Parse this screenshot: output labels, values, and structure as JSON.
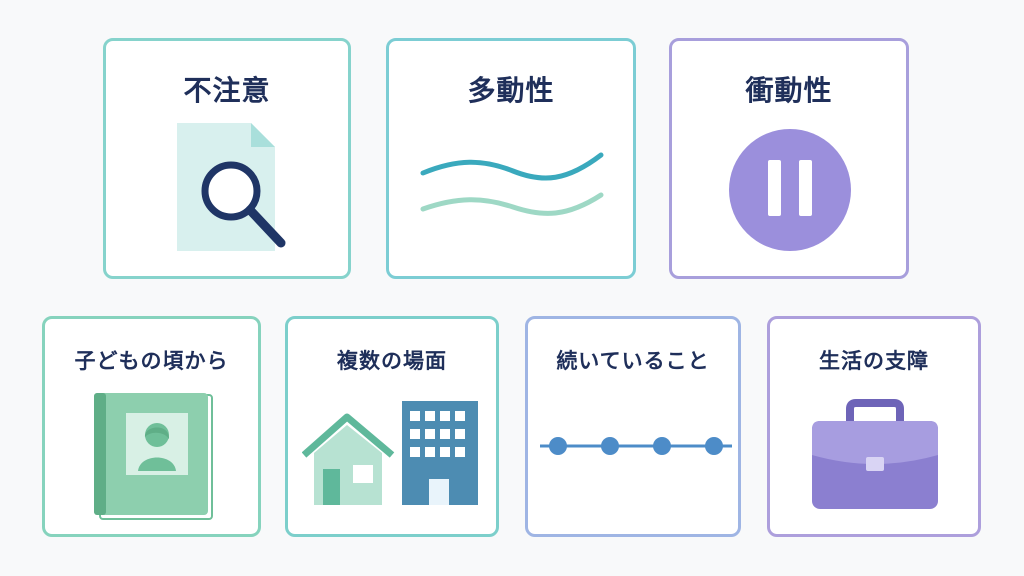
{
  "cards": [
    {
      "title": "不注意",
      "icon": "document-magnifier-icon"
    },
    {
      "title": "多動性",
      "icon": "waves-icon"
    },
    {
      "title": "衝動性",
      "icon": "pause-icon"
    },
    {
      "title": "子どもの頃から",
      "icon": "photo-album-icon"
    },
    {
      "title": "複数の場面",
      "icon": "house-building-icon"
    },
    {
      "title": "続いていること",
      "icon": "timeline-icon"
    },
    {
      "title": "生活の支障",
      "icon": "briefcase-icon"
    }
  ],
  "colors": {
    "title_text": "#1f2f5a",
    "teal": "#7fcfcb",
    "purple": "#9b8fdc",
    "navy": "#1f3566"
  }
}
